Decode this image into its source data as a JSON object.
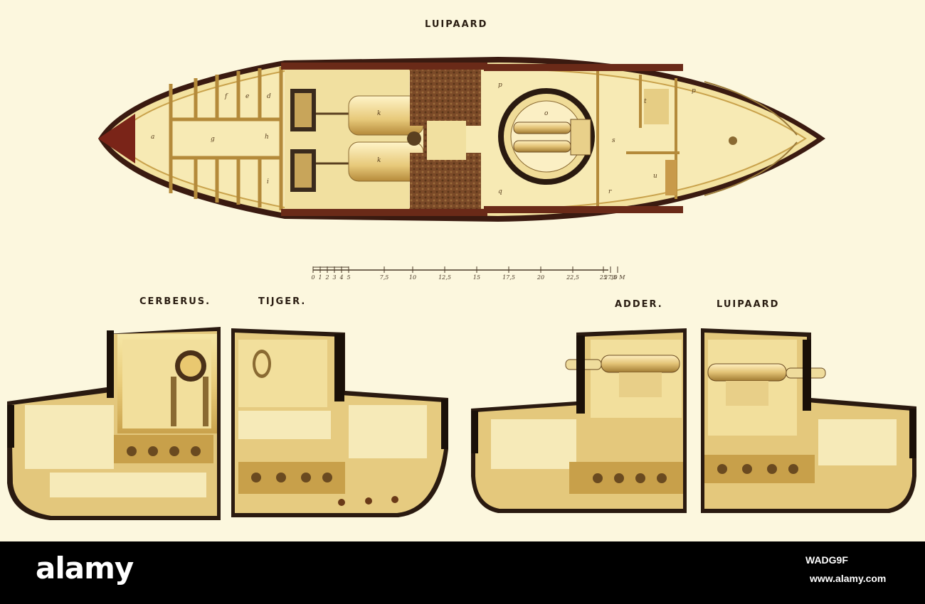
{
  "plan": {
    "title": "LUIPAARD",
    "labels": [
      "a",
      "g",
      "h",
      "k",
      "k",
      "o",
      "p",
      "p",
      "q",
      "r",
      "s",
      "t",
      "u",
      "d",
      "e",
      "f",
      "i"
    ]
  },
  "scale": {
    "ticks": [
      "0",
      "1",
      "2",
      "3",
      "4",
      "5",
      "7,5",
      "10",
      "12,5",
      "15",
      "17,5",
      "20",
      "22,5",
      "25",
      "27,5",
      "30 M"
    ]
  },
  "sections": [
    {
      "name": "CERBERUS."
    },
    {
      "name": "TIJGER."
    },
    {
      "name": "ADDER."
    },
    {
      "name": "LUIPAARD"
    }
  ],
  "watermark": {
    "logo": "alamy",
    "image_id": "WADG9F",
    "site": "www.alamy.com"
  },
  "colors": {
    "paper": "#fcf7de",
    "hull_outline": "#3a1a10",
    "deck_cream": "#f4e6a8",
    "gold": "#d9b45a",
    "brown": "#8a5a2a",
    "coal": "#7a4a2a"
  }
}
